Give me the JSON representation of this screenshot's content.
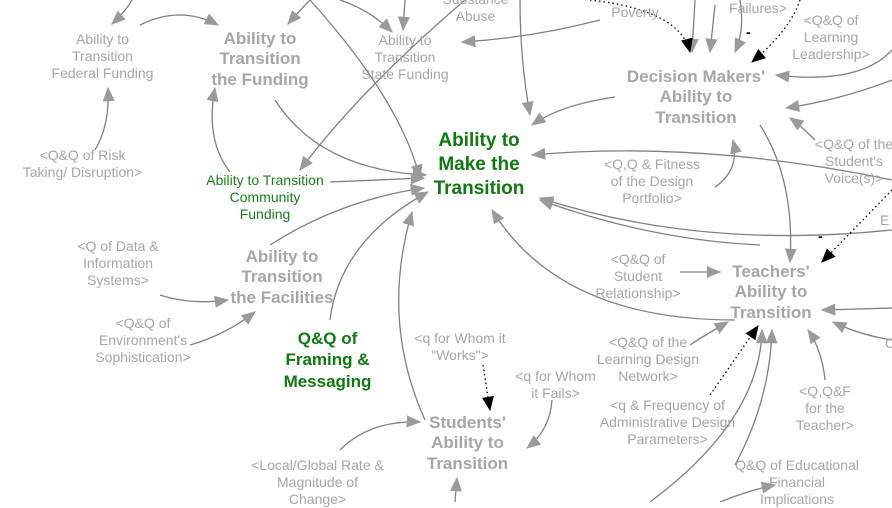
{
  "diagram": {
    "nodes": {
      "substance_abuse": "Substance\nAbuse",
      "poverty": "Poverty",
      "failures": "Failures>",
      "qq_learning_leadership": "<Q&Q of\nLearning\nLeadership>",
      "transition_federal_funding": "Ability to\nTransition\nFederal Funding",
      "transition_the_funding": "Ability to\nTransition\nthe Funding",
      "transition_state_funding": "Ability to\nTransition\nState Funding",
      "decision_makers": "Decision Makers'\nAbility to\nTransition",
      "qq_risk_taking": "<Q&Q of Risk\nTaking/ Disruption>",
      "make_the_transition": "Ability to\nMake the\nTransition",
      "community_funding": "Ability to Transition\nCommunity\nFunding",
      "qq_fitness_portfolio": "<Q,Q & Fitness\nof the Design\nPortfolio>",
      "qq_students_voice": "<Q&Q of the\nStudent's\nVoice(s)>",
      "edge_e": "E",
      "q_data_info": "<Q of Data &\nInformation\nSystems>",
      "transition_facilities": "Ability to\nTransition\nthe Facilities",
      "qq_student_relationship": "<Q&Q of\nStudent\nRelationship>",
      "teachers_ability": "Teachers'\nAbility to\nTransition",
      "qq_environment": "<Q&Q of\nEnvironment's\nSophistication>",
      "framing_messaging": "Q&Q of\nFraming &\nMessaging",
      "q_whom_works": "<q for Whom it\n\"Works\">",
      "qq_learning_design_network": "<Q&Q of the\nLearning Design\nNetwork>",
      "q_whom_fails": "<q for Whom\nit Fails>",
      "q_frequency_admin": "<q & Frequency of\nAdministrative Design\nParameters>",
      "qqf_teacher": "<Q,Q&F\nfor the\nTeacher>",
      "edge_c": "C",
      "students_ability": "Students'\nAbility to\nTransition",
      "local_global_rate": "<Local/Global Rate &\nMagnitude of\nChange>",
      "qq_educational_financial": "Q&Q of Educational\nFinancial\nImplications"
    },
    "polarity": {
      "decision_makers": "-",
      "teachers": "-"
    }
  }
}
